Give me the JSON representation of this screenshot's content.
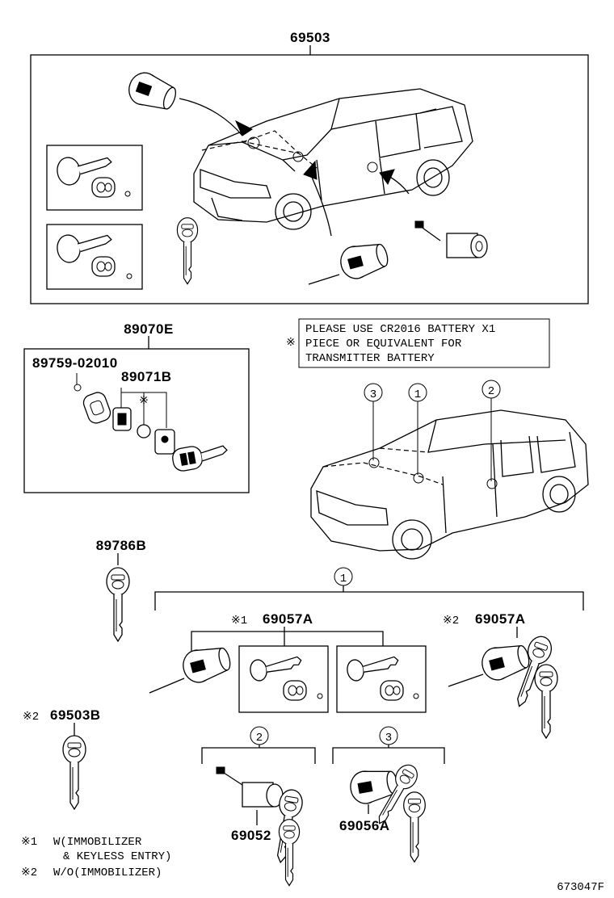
{
  "labels": {
    "p69503": "69503",
    "p89070E": "89070E",
    "p89759": "89759-02010",
    "p89071B": "89071B",
    "p89786B": "89786B",
    "p69057A_1": "69057A",
    "p69057A_2": "69057A",
    "p69503B": "69503B",
    "p69052": "69052",
    "p69056A": "69056A",
    "ref_star1": "※1",
    "ref_star2_a": "※2",
    "ref_star2_b": "※2",
    "star_small": "※",
    "circ1": "1",
    "circ2": "2",
    "circ3": "3",
    "group1": "1",
    "group2": "2",
    "group3": "3",
    "figure_id": "673047F"
  },
  "battery_note": {
    "mark": "※",
    "line1": "PLEASE USE CR2016 BATTERY X1",
    "line2": "PIECE OR EQUIVALENT FOR",
    "line3": "TRANSMITTER BATTERY"
  },
  "legend": {
    "row1_mark": "※1",
    "row1_line1": "W(IMMOBILIZER",
    "row1_line2": "& KEYLESS ENTRY)",
    "row2_mark": "※2",
    "row2_line1": "W/O(IMMOBILIZER)"
  }
}
